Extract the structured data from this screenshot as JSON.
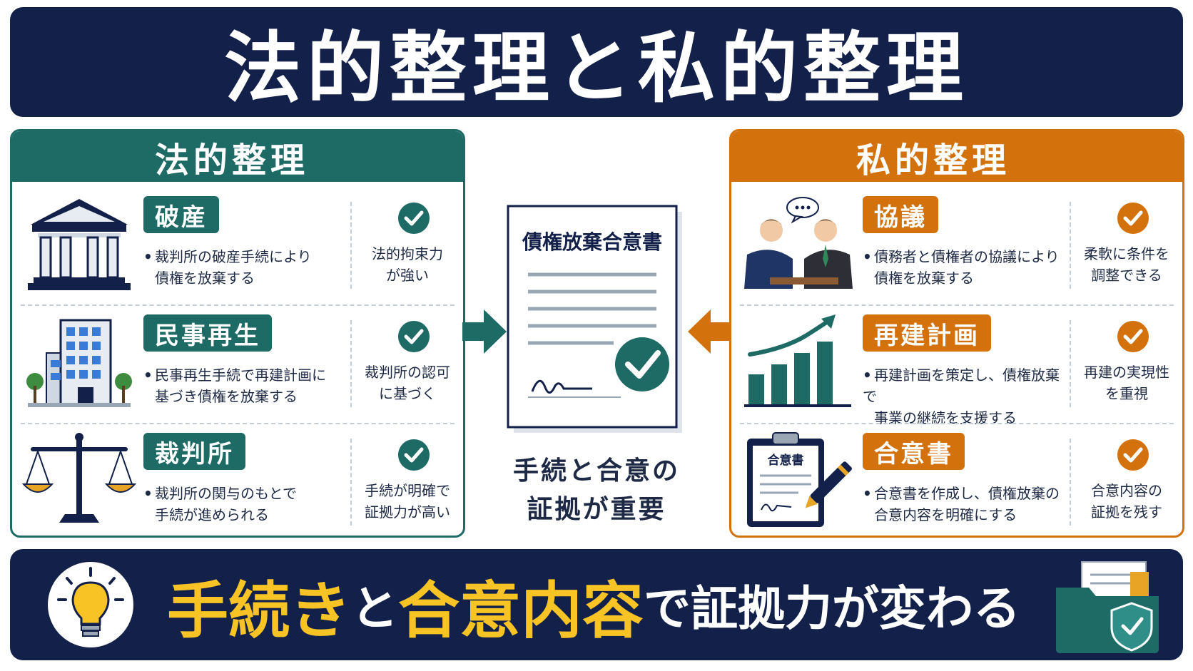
{
  "title": "法的整理と私的整理",
  "colors": {
    "navy": "#13214a",
    "teal": "#1e6b66",
    "orange": "#d3720d",
    "yellow": "#f7c325"
  },
  "left": {
    "heading": "法的整理",
    "items": [
      {
        "tag": "破産",
        "icon": "courthouse-icon",
        "desc1": "裁判所の破産手続により",
        "desc2": "債権を放棄する",
        "note1": "法的拘束力",
        "note2": "が強い"
      },
      {
        "tag": "民事再生",
        "icon": "office-building-icon",
        "desc1": "民事再生手続で再建計画に",
        "desc2": "基づき債権を放棄する",
        "note1": "裁判所の認可",
        "note2": "に基づく"
      },
      {
        "tag": "裁判所",
        "icon": "scales-icon",
        "desc1": "裁判所の関与のもとで",
        "desc2": "手続が進められる",
        "note1": "手続が明確で",
        "note2": "証拠力が高い"
      }
    ]
  },
  "right": {
    "heading": "私的整理",
    "items": [
      {
        "tag": "協議",
        "icon": "negotiation-icon",
        "desc1": "債務者と債権者の協議により",
        "desc2": "債権を放棄する",
        "note1": "柔軟に条件を",
        "note2": "調整できる"
      },
      {
        "tag": "再建計画",
        "icon": "growth-chart-icon",
        "desc1": "再建計画を策定し、債権放棄で",
        "desc2": "事業の継続を支援する",
        "note1": "再建の実現性",
        "note2": "を重視"
      },
      {
        "tag": "合意書",
        "icon": "clipboard-icon",
        "desc1": "合意書を作成し、債権放棄の",
        "desc2": "合意内容を明確にする",
        "note1": "合意内容の",
        "note2": "証拠を残す",
        "clipboard_label": "合意書"
      }
    ]
  },
  "center": {
    "document_title": "債権放棄合意書",
    "caption1": "手続と合意の",
    "caption2": "証拠が重要"
  },
  "footer": {
    "part1": "手続き",
    "part2": "と",
    "part3": "合意内容",
    "part4": "で証拠力が変わる"
  }
}
